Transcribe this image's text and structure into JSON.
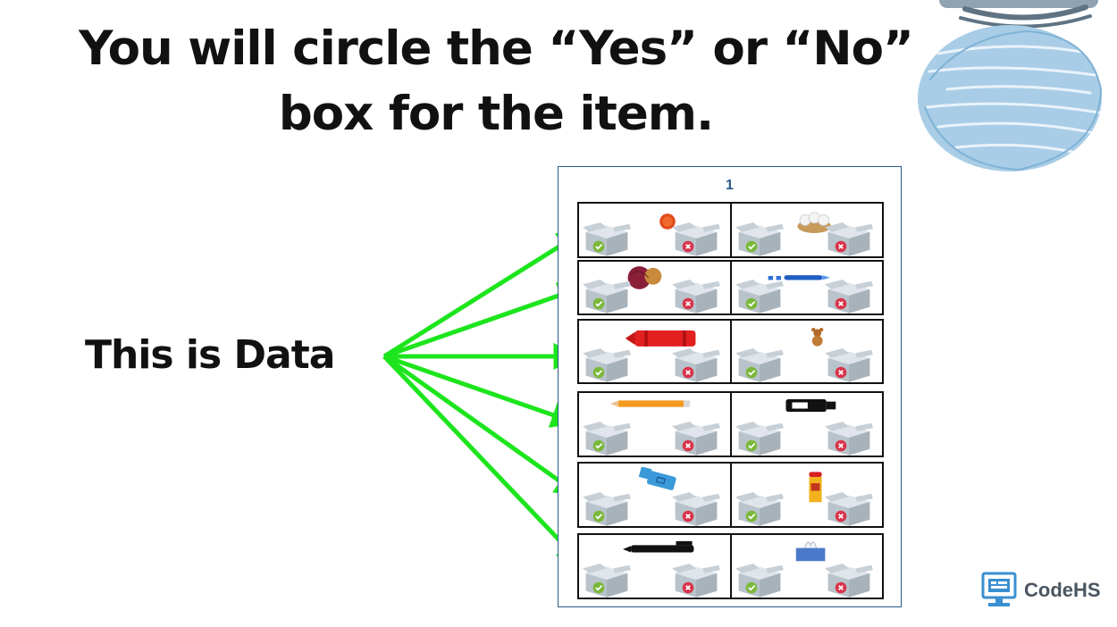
{
  "title": {
    "line1": "You will circle the “Yes” or “No”",
    "line2": "box for the item."
  },
  "data_label": "This is Data",
  "worksheet": {
    "page_number": "1",
    "rows": [
      {
        "left_item": "pom-pom",
        "right_item": "cotton-balls-bowl"
      },
      {
        "left_item": "yarn-balls",
        "right_item": "pipe-cleaner"
      },
      {
        "left_item": "red-crayon",
        "right_item": "teddy-bear"
      },
      {
        "left_item": "orange-pencil",
        "right_item": "marker"
      },
      {
        "left_item": "glue-stick",
        "right_item": "spice-container"
      },
      {
        "left_item": "black-pen",
        "right_item": "tissue-box"
      }
    ],
    "yes_icon": "check-circle-icon",
    "no_icon": "x-circle-icon",
    "yes_color": "#7ab83a",
    "no_color": "#d9344a"
  },
  "arrow_color": "#1de51d",
  "logo": {
    "text": "CodeHS"
  }
}
